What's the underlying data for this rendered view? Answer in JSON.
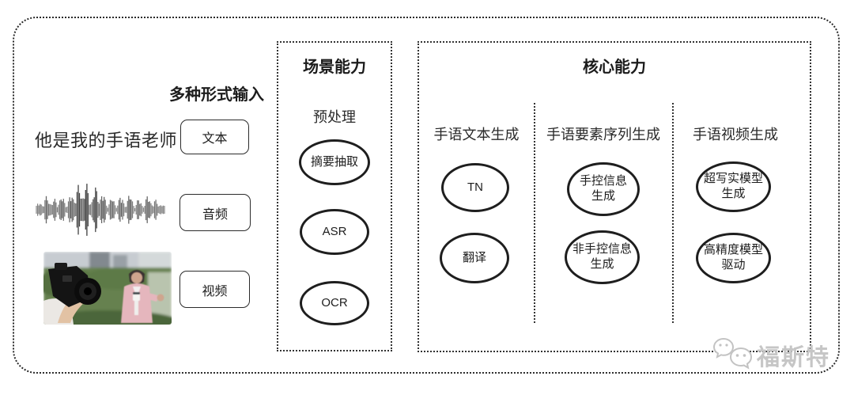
{
  "input_section": {
    "header": "多种形式输入",
    "sample_text": "他是我的手语老师",
    "input_types": [
      {
        "label": "文本"
      },
      {
        "label": "音频"
      },
      {
        "label": "视频"
      }
    ]
  },
  "scene_box": {
    "title": "场景能力",
    "subtitle": "预处理",
    "nodes": [
      {
        "label": "摘要抽取"
      },
      {
        "label": "ASR"
      },
      {
        "label": "OCR"
      }
    ]
  },
  "core_box": {
    "title": "核心能力",
    "columns": [
      {
        "header": "手语文本生成",
        "nodes": [
          {
            "label": "TN"
          },
          {
            "label": "翻译"
          }
        ]
      },
      {
        "header": "手语要素序列生成",
        "nodes": [
          {
            "label": "手控信息\n生成"
          },
          {
            "label": "非手控信息\n生成"
          }
        ]
      },
      {
        "header": "手语视频生成",
        "nodes": [
          {
            "label": "超写实模型\n生成"
          },
          {
            "label": "高精度模型\n驱动"
          }
        ]
      }
    ]
  },
  "watermark": {
    "text": "福斯特",
    "logo": "wechat-bubbles-icon"
  },
  "colors": {
    "line": "#222222",
    "text": "#222222",
    "watermark": "#c6c6c6",
    "background": "#ffffff"
  }
}
